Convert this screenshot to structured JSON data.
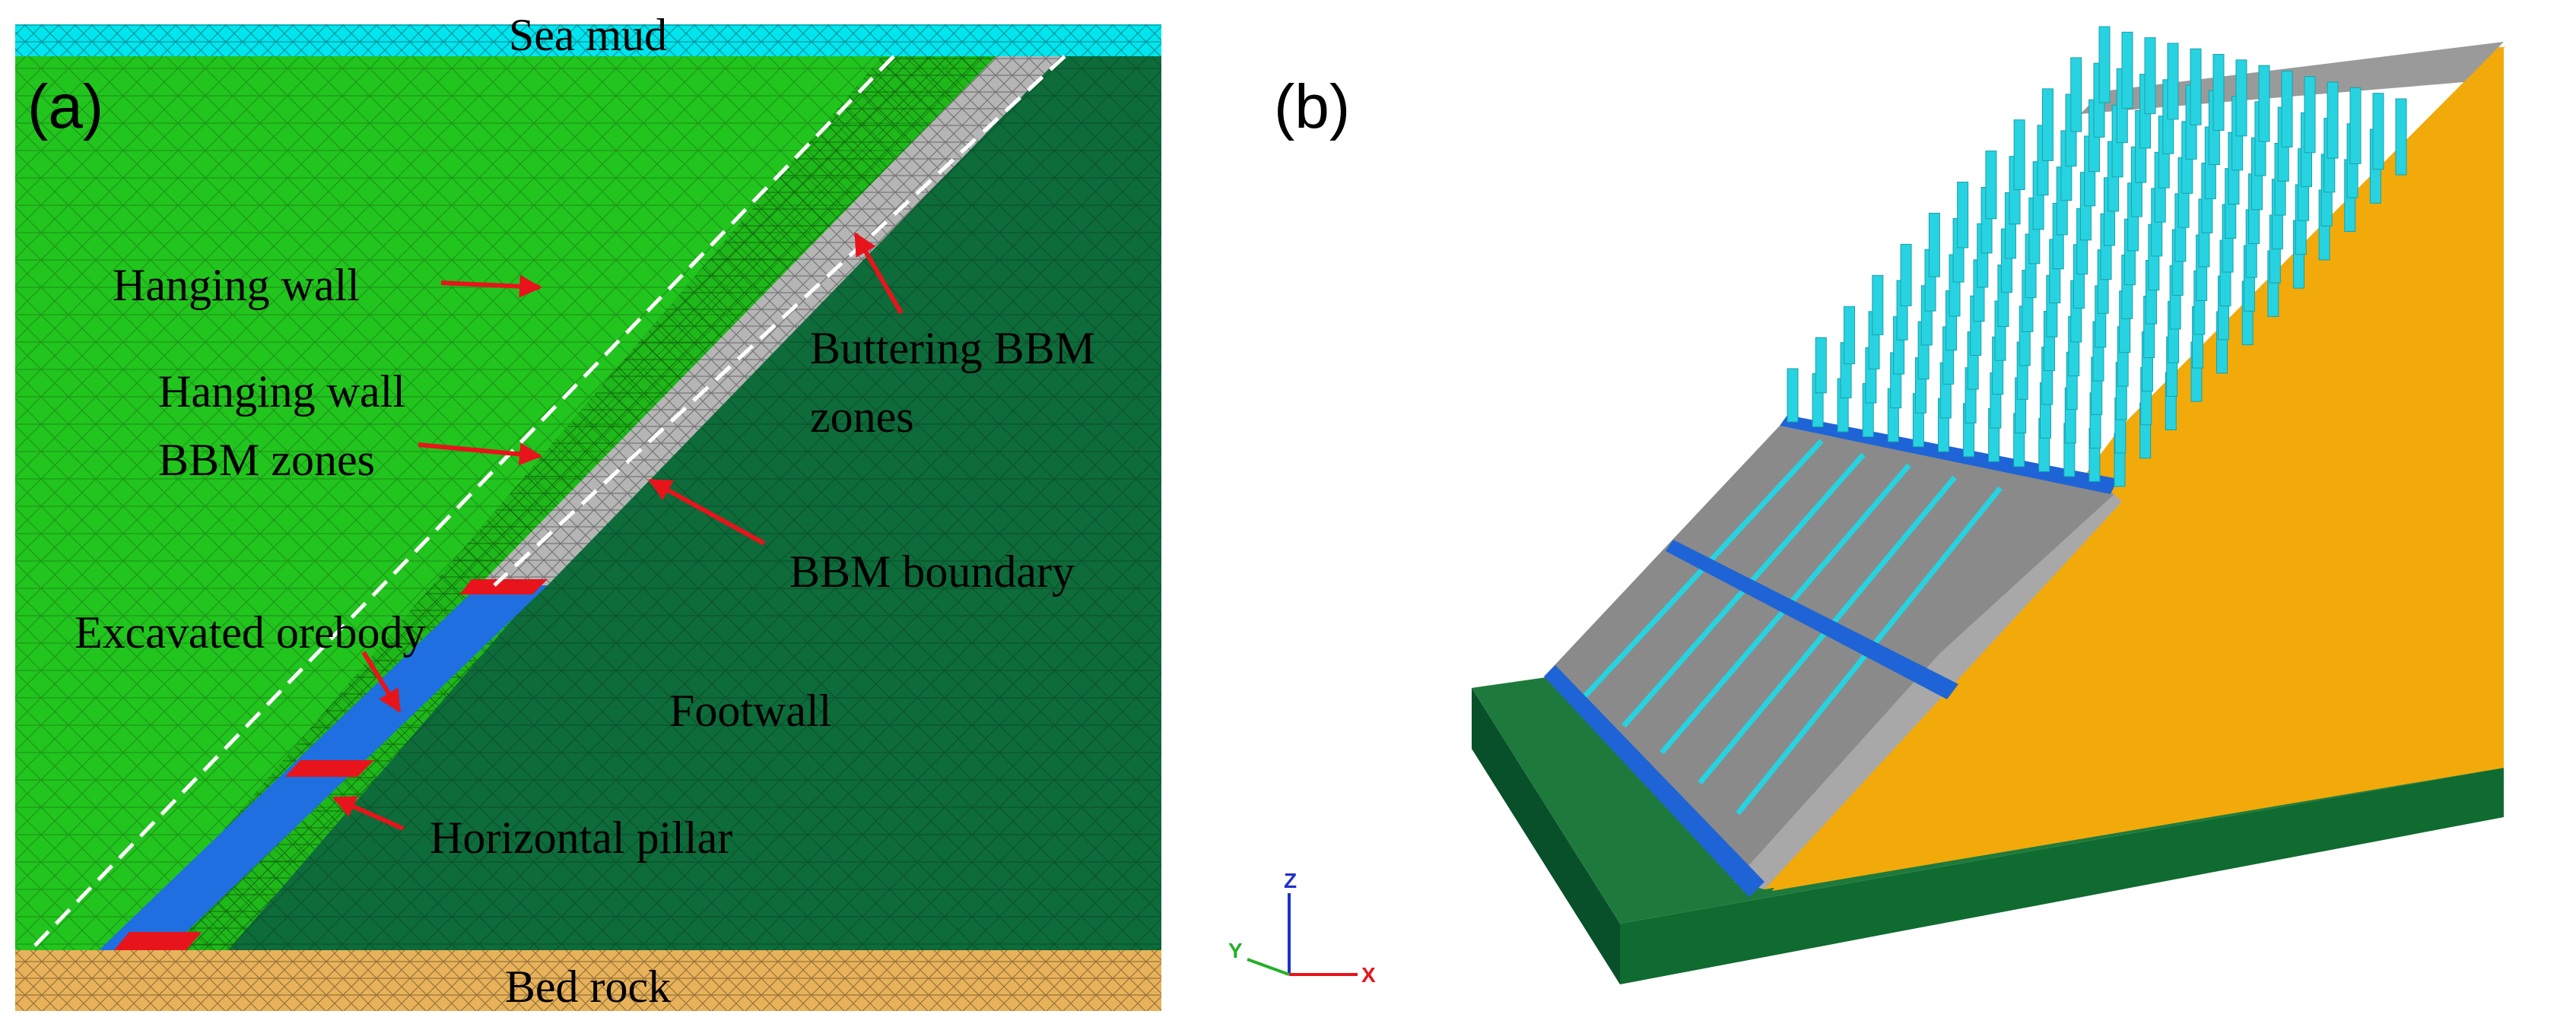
{
  "panel_a": {
    "tag": "(a)",
    "labels": {
      "sea_mud": "Sea mud",
      "hanging_wall": "Hanging wall",
      "hanging_wall_bbm_line1": "Hanging wall",
      "hanging_wall_bbm_line2": "BBM zones",
      "buttering_bbm_line1": "Buttering BBM",
      "buttering_bbm_line2": "zones",
      "bbm_boundary": "BBM boundary",
      "excavated_orebody": "Excavated orebody",
      "footwall": "Footwall",
      "horizontal_pillar": "Horizontal pillar",
      "bed_rock": "Bed rock"
    },
    "colors": {
      "sea_mud": "#00E5EE",
      "hanging_wall": "#22C41E",
      "footwall": "#0E6B3A",
      "buttering_zone": "#B5B5B5",
      "orebody": "#1F6FE0",
      "pillar": "#E8141B",
      "bed_rock": "#E8B25A",
      "arrow": "#E8141B"
    }
  },
  "panel_b": {
    "tag": "(b)",
    "axes": {
      "z": "Z",
      "y": "Y",
      "x": "X"
    },
    "colors": {
      "base_top": "#1E7A3C",
      "base_front": "#0F6B30",
      "base_side": "#08502A",
      "slope": "#F2AA0A",
      "slab": "#8A8A8A",
      "strip": "#1E64D6",
      "bar": "#27D3E0"
    }
  }
}
